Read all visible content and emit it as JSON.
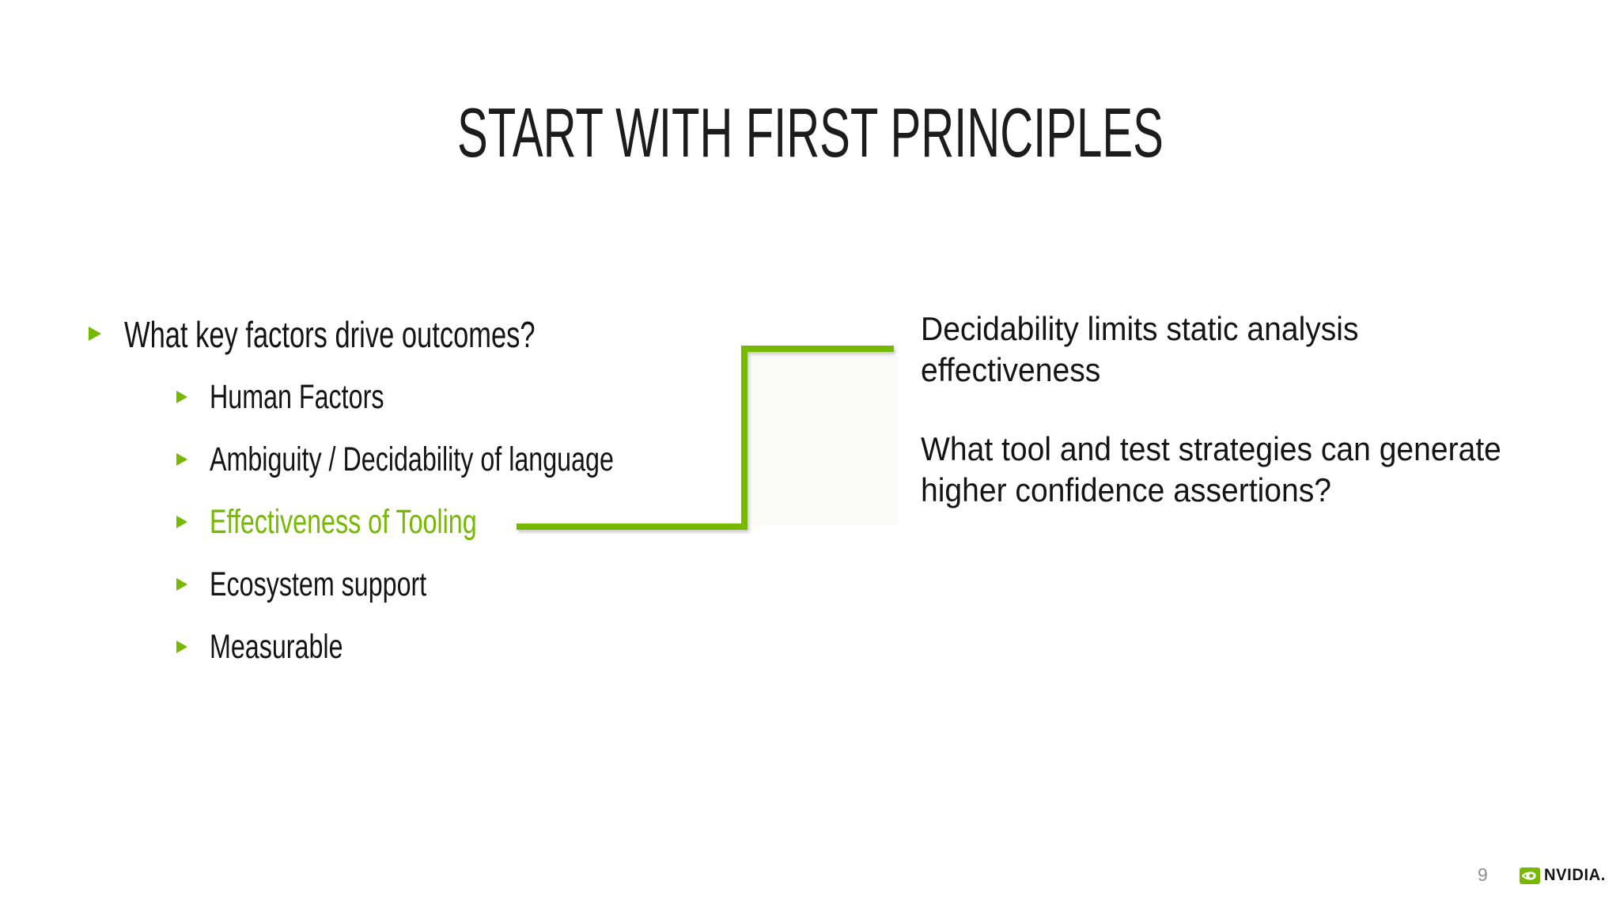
{
  "colors": {
    "nvidia_green": "#76B900",
    "title_text": "#1c1c1c",
    "body_text": "#141414",
    "page_number_gray": "#8f8f8f",
    "slide_bg": "#ffffff"
  },
  "title": "START WITH FIRST PRINCIPLES",
  "bullet_list": {
    "level1": {
      "label": "What key factors drive outcomes?"
    },
    "sub_items": [
      {
        "label": "Human Factors",
        "highlighted": false
      },
      {
        "label": "Ambiguity / Decidability of language",
        "highlighted": false
      },
      {
        "label": "Effectiveness of Tooling",
        "highlighted": true
      },
      {
        "label": "Ecosystem support",
        "highlighted": false
      },
      {
        "label": "Measurable",
        "highlighted": false
      }
    ]
  },
  "callout": {
    "para1_line1": "Decidability limits static analysis",
    "para1_line2": "effectiveness",
    "para2_line1": "What tool and test strategies can generate",
    "para2_line2": "higher confidence assertions?"
  },
  "connector": {
    "description": "green elbow line linking highlighted bullet to callout text",
    "color": "#76B900"
  },
  "icons": {
    "bullet": "green right-pointing triangle",
    "logo": "nvidia-eye"
  },
  "footer": {
    "page_number": "9",
    "logo_wordmark": "NVIDIA."
  }
}
